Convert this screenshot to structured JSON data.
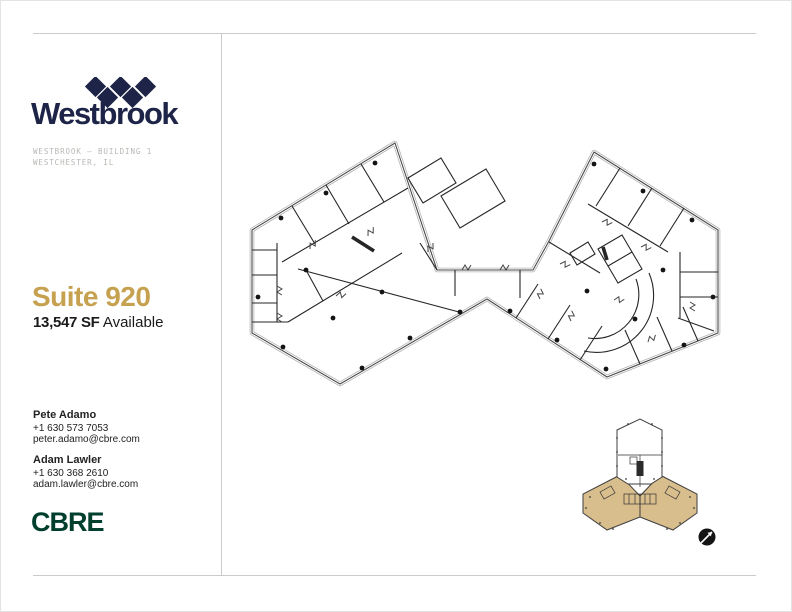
{
  "sidebar": {
    "logo": {
      "wordmark": "Westbrook",
      "mark_icon": "westbrook-diamonds-icon"
    },
    "property": {
      "line1": "WESTBROOK – BUILDING 1",
      "line2": "WESTCHESTER, IL"
    },
    "suite": {
      "title": "Suite 920",
      "area": "13,547 SF",
      "availability": "Available"
    },
    "contacts": [
      {
        "name": "Pete Adamo",
        "phone": "+1 630 573 7053",
        "email": "peter.adamo@cbre.com"
      },
      {
        "name": "Adam Lawler",
        "phone": "+1 630 368 2610",
        "email": "adam.lawler@cbre.com"
      }
    ],
    "brokerage_logo": "CBRE"
  },
  "floorplan": {
    "plan_icon": "floor-plan-drawing",
    "keyplan_icon": "building-key-plan",
    "north_arrow_icon": "north-arrow-icon",
    "highlighted_suite": "Suite 920"
  },
  "theme": {
    "navy": "#1E2447",
    "gold": "#C6A14F",
    "ink": "#1A1A1A",
    "muted": "#B9B7B3",
    "green": "#003F2D",
    "tan": "#D8BD8D",
    "wall": "#262626",
    "outline": "#4A4A4A",
    "halo": "#B3B3B3",
    "frame": "#CBCBCB"
  }
}
